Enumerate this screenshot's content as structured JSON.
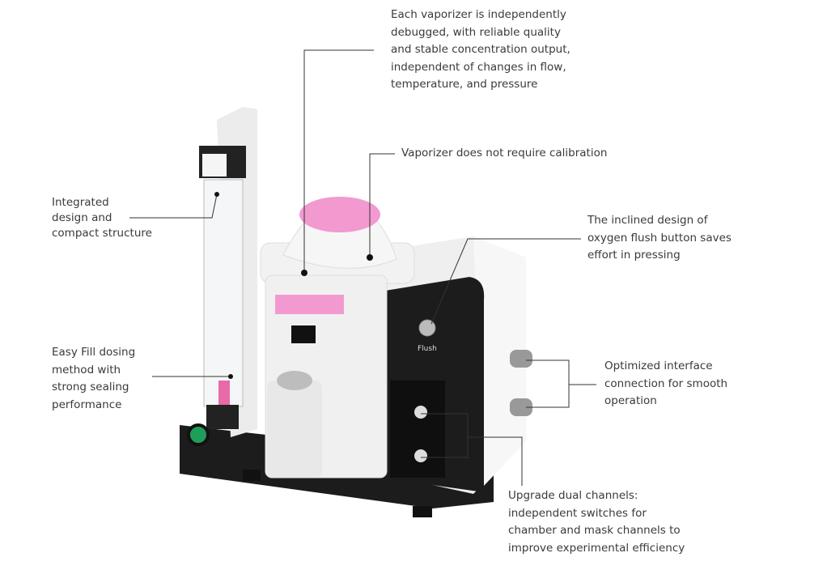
{
  "callouts": {
    "vaporizer_debugged": [
      "Each vaporizer is independently",
      "debugged, with reliable quality",
      "and stable concentration output,",
      "independent of changes in flow,",
      "temperature, and pressure"
    ],
    "no_calibration": [
      "Vaporizer does not require calibration"
    ],
    "integrated_design": [
      "Integrated",
      "design and",
      "compact structure"
    ],
    "inclined_flush": [
      "The inclined design of",
      "oxygen flush button saves",
      "effort in pressing"
    ],
    "easy_fill": [
      "Easy Fill dosing",
      "method with",
      "strong sealing",
      "performance"
    ],
    "interface": [
      "Optimized interface",
      "connection for smooth",
      "operation"
    ],
    "dual_channels": [
      "Upgrade dual channels:",
      "independent switches for",
      "chamber and mask channels to",
      "improve experimental efficiency"
    ]
  },
  "device": {
    "flush_label": "Flush"
  },
  "colors": {
    "text": "#3a3a3a",
    "line": "#333333",
    "pink": "#f29ad0",
    "body_dark": "#1c1c1c",
    "knob_green": "#1f9e5a"
  }
}
